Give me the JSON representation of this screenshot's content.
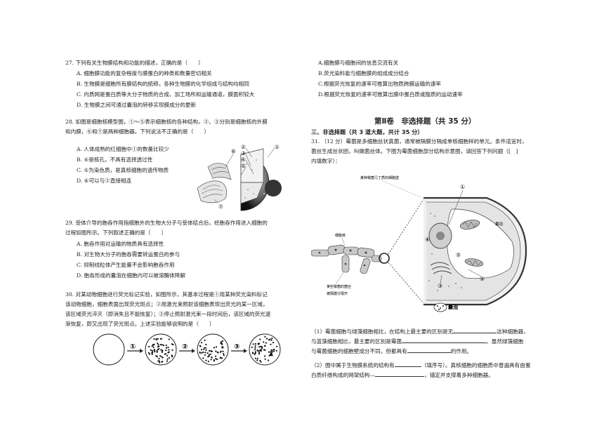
{
  "q27": {
    "stem": "27. 下列有关生物膜结构和功能的描述，正确的是（　　）",
    "a": "A. 细胞膜功能的复杂程度与膜蛋白的种类和数量密切相关",
    "b": "B. 生物膜是细胞所有膜结构的统称，各种生物膜的化学组成与结构均相同",
    "c": "C. 内质网是蛋白质等大分子物质的合成、加工场所和运输通道，膜面积较大",
    "d": "D. 生物膜之间可通过囊泡的转移实现膜成分的更新"
  },
  "q28": {
    "stem1": "28. 如图是细胞核模型图，①～⑤表示细胞核的各种结构，②、③分别是细胞核的外膜",
    "stem2": "和内膜，⑥和⑦是两种细胞器。下列说法不正确的是（　　）",
    "a": "A. 人体成熟的红细胞中①的数量比较少",
    "b": "B. ④是核孔，不具有选择透过性",
    "c": "C. ⑤为染色质，是真核细胞的遗传物质",
    "d": "D. ⑥可以与②直接相连",
    "labels": [
      "①",
      "②",
      "③",
      "④",
      "⑤",
      "⑥",
      "⑦"
    ]
  },
  "q29": {
    "stem1": "29. 受体介导的胞吞作用指细胞外的生物大分子与受体结合后，经胞吞作用进入细胞的",
    "stem2": "过程如图所示。下列叙述正确的是（　　）",
    "a": "A. 胞吞作用对运输的物质具有选择性",
    "b": "B. 对生物大分子的胞吞需要转运蛋白的参与",
    "c": "C. 抑制线粒体产生能量不会影响胞吞作用",
    "d": "D. 胞吞形成的囊泡在细胞内可以被溶酶体降解"
  },
  "q30": {
    "line1": "30. 对某动物细胞进行荧光标记实验，如图所示，其基本过程是①用某种荧光染料标记",
    "line2": "该动物细胞，细胞表面出现荧光斑点；②用激光束照射该细胞表现出荧光的某一区域，",
    "line3": "该区域荧光淬灭（即消失且不能恢复）；③停止照射激光束一段时间后，该区域的荧光逐",
    "line4": "渐恢复，即又出现了荧光斑点。上述实验能够说明的是（　　）",
    "steps": [
      "①",
      "②",
      "③"
    ]
  },
  "q30_options": {
    "a": "A.细胞膜与细胞间的信息交流有关",
    "b": "B.荧光染料能与细胞膜的组成成分结合",
    "c": "C.根据荧光恢复的速率可推算出物质跨膜运输的速率",
    "d": "D.根据荧光恢复的速率可推算出膜中蛋白质或脂质的运动速率"
  },
  "part2": {
    "title": "第Ⅱ卷　非选择题（共 35 分）",
    "subtitle": "三、非选择题（共 3 道大题，共计 35 分）"
  },
  "q31": {
    "intro1": "31. （12 分）霉菌是多细胞丝状真菌，通常被隔膜分隔成单核细胞样的单元。条件适宜时，",
    "intro2": "菌丝生成丝状团，叫做菌丝体。下图为霉菌细胞部分结构示意图，请回答下列问题（[　]",
    "intro3": "内填数字）：",
    "fig_caption_top": "某种霉菌几丁质的细胞壁",
    "fig_nucleus": "细胞核",
    "fig_left1": "某些霉菌的菌丝",
    "fig_left2": "被隔膜分隔开",
    "fig_vacuole": "囊泡",
    "fig_vesicle": "囊泡",
    "fig_nums": [
      "①",
      "②",
      "③",
      "④",
      "⑤"
    ],
    "p1_l1a": "（1）霉菌细胞与绿藻细胞相比，在结构上最主要的区别是无",
    "p1_l1b": "这种细胞器，",
    "p1_l2a": "与蓝藻细胞相比，最主要的区别是霉菌",
    "p1_l2b": "。虽然绿藻细胞",
    "p1_l3a": "与霉菌细胞的细胞壁成分不同，但都具有",
    "p1_l3b": "的作用。",
    "p2_l1a": "（2）图中属于生物膜系统的结构有",
    "p2_l1b": "（填序号）。真核细胞的细胞质中普遍具有由蛋",
    "p2_l2a": "白质纤维构成的网架结构—",
    "p2_l2b": "，锚定并支撑着多种细胞器。"
  }
}
